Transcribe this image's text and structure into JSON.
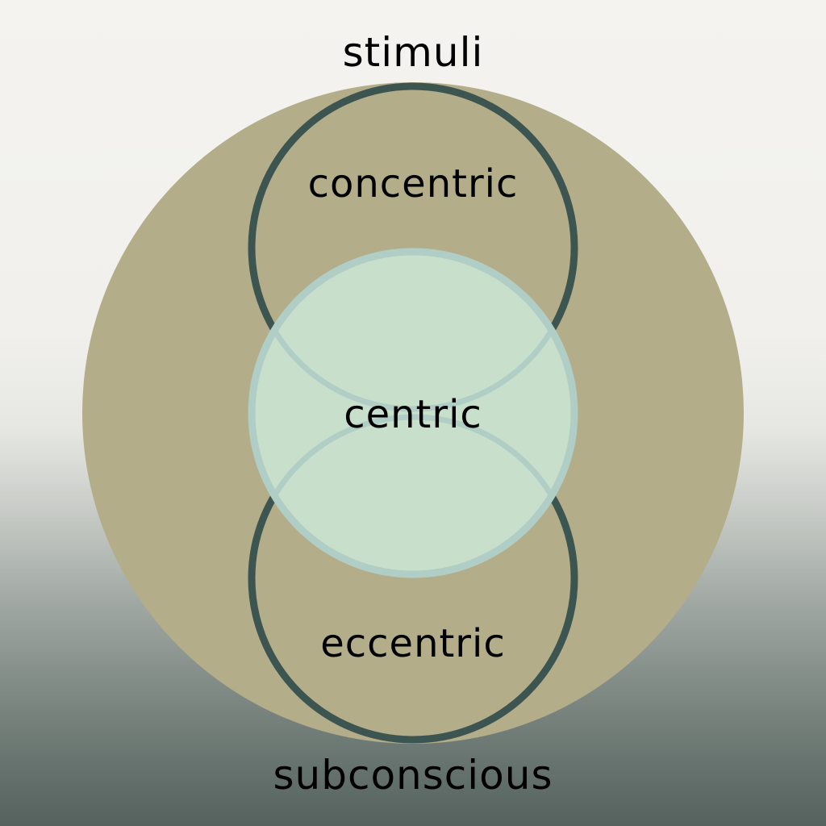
{
  "labels": {
    "top": "stimuli",
    "upper_circle": "concentric",
    "center_circle": "centric",
    "lower_circle": "eccentric",
    "bottom": "subconscious"
  },
  "colors": {
    "outer_fill": "#b3ad89",
    "ring_stroke": "#3d5550",
    "center_fill": "#c8dfcb",
    "center_stroke": "#b0cdc6"
  }
}
